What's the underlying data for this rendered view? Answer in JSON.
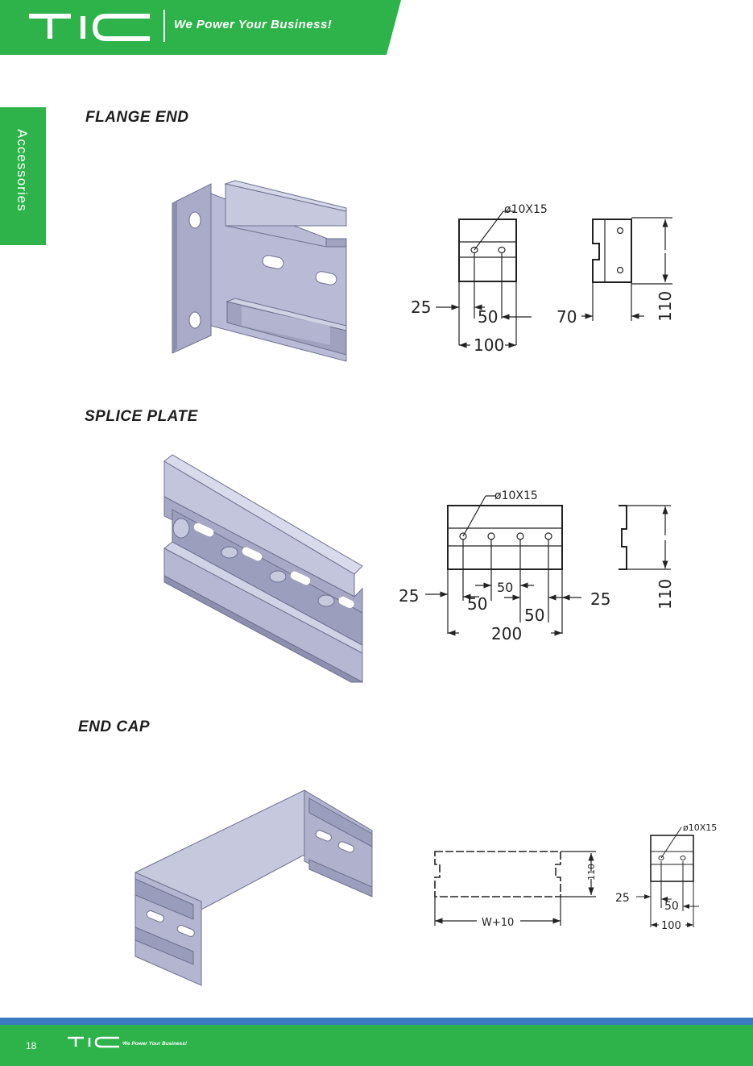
{
  "header": {
    "logo_text": "TIC",
    "tagline": "We Power Your Business!",
    "brand_green": "#2db34a"
  },
  "side_tab": {
    "label": "Accessories"
  },
  "sections": [
    {
      "title": "FLANGE END",
      "hole_note": "ø10X15",
      "dims": {
        "a": "25",
        "b": "50",
        "c": "100",
        "d": "70",
        "e": "110"
      }
    },
    {
      "title": "SPLICE PLATE",
      "hole_note": "ø10X15",
      "dims": {
        "a": "25",
        "b": "50",
        "c": "50",
        "d": "50",
        "e": "25",
        "f": "200",
        "g": "110"
      }
    },
    {
      "title": "END CAP",
      "hole_note": "ø10X15",
      "dims": {
        "width": "W+10",
        "height": "110",
        "a": "25",
        "b": "50",
        "c": "100"
      }
    }
  ],
  "footer": {
    "page_number": "18",
    "logo_text": "TIC",
    "tagline": "We Power Your Business!",
    "blue": "#3b7bc2"
  }
}
